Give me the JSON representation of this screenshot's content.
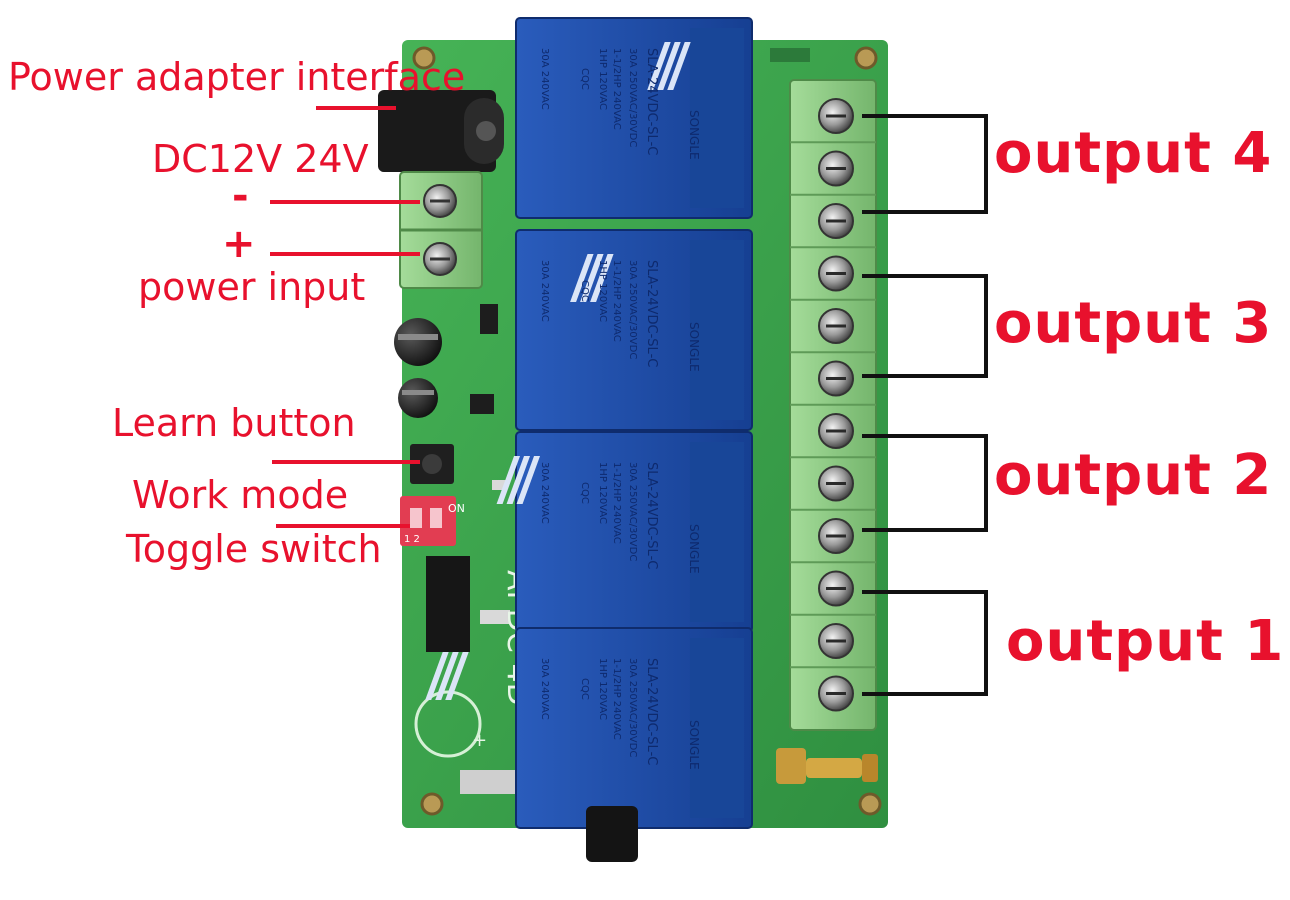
{
  "labels": {
    "power_adapter_interface": "Power adapter interface",
    "dc_voltage": "DC12V 24V",
    "minus": "-",
    "plus": "+",
    "power_input": "power input",
    "learn_button": "Learn button",
    "work_mode": "Work mode",
    "toggle_switch": "Toggle switch",
    "output_4": "output 4",
    "output_3": "output 3",
    "output_2": "output 2",
    "output_1": "output 1"
  },
  "board": {
    "model": "APDC-4D",
    "dip_on": "ON",
    "dip_numbers": "1 2"
  },
  "relay": {
    "model": "SLA-24VDC-SL-C",
    "rating_1": "30A 250VAC/30VDC",
    "rating_2": "30A 240VAC",
    "rating_3": "1HP 120VAC",
    "rating_4": "1-1/2HP 240VAC",
    "brand": "SONGLE",
    "cert": "CQC"
  },
  "colors": {
    "label_red": "#e8112d",
    "pcb_green": "#39a04a",
    "relay_blue": "#1f4ea8",
    "terminal_green": "#8fcf86"
  }
}
